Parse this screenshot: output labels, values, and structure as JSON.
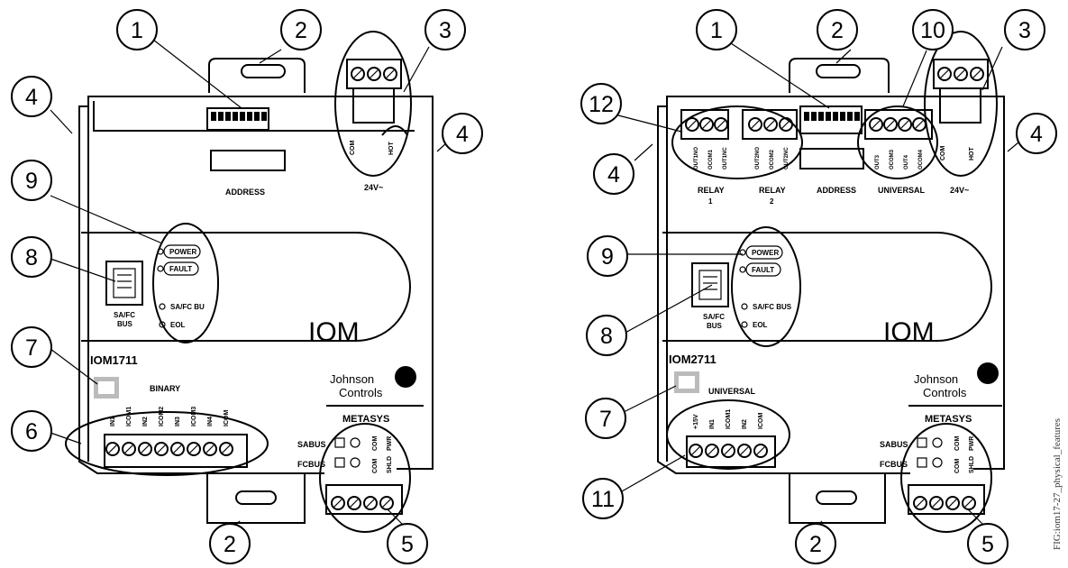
{
  "caption": "FIG:iom17-27_physical_features",
  "left": {
    "model": "IOM1711",
    "brand": "IOM",
    "address_label": "ADDRESS",
    "voltage_label": "24V~",
    "power_terminals": [
      "COM",
      "HOT"
    ],
    "leds": [
      "POWER",
      "FAULT",
      "SA/FC BU",
      "EOL"
    ],
    "port_label_1": "SA/FC",
    "port_label_2": "BUS",
    "io_group_label": "BINARY",
    "io_terminals": [
      "IN1",
      "ICOM1",
      "IN2",
      "ICOM2",
      "IN3",
      "ICOM3",
      "IN4",
      "ICOM"
    ],
    "bus_labels": [
      "SABUS",
      "FCBUS"
    ],
    "bus_terminals_top": [
      "COM",
      "PWR"
    ],
    "bus_terminals_bottom": [
      "COM",
      "SHLD"
    ],
    "logo_line1": "Johnson",
    "logo_line2": "Controls",
    "logo_line3": "METASYS",
    "callouts": [
      "1",
      "2",
      "3",
      "4",
      "4",
      "9",
      "8",
      "7",
      "6",
      "2",
      "5"
    ]
  },
  "right": {
    "model": "IOM2711",
    "brand": "IOM",
    "address_label": "ADDRESS",
    "voltage_label": "24V~",
    "power_terminals": [
      "COM",
      "HOT"
    ],
    "relay1_label_a": "RELAY",
    "relay1_label_b": "1",
    "relay2_label_a": "RELAY",
    "relay2_label_b": "2",
    "relay_terminals": [
      "OUT1NO",
      "OCOM1",
      "OUT1NC",
      "OUT2NO",
      "OCOM2",
      "OUT2NC"
    ],
    "universal_out_label": "UNIVERSAL",
    "universal_out_terminals": [
      "OUT3",
      "OCOM3",
      "OUT4",
      "OCOM4"
    ],
    "leds": [
      "POWER",
      "FAULT",
      "SA/FC BUS",
      "EOL"
    ],
    "port_label_1": "SA/FC",
    "port_label_2": "BUS",
    "io_group_label": "UNIVERSAL",
    "io_terminals": [
      "+15V",
      "IN1",
      "ICOM1",
      "IN2",
      "ICOM"
    ],
    "bus_labels": [
      "SABUS",
      "FCBUS"
    ],
    "bus_terminals_top": [
      "COM",
      "PWR"
    ],
    "bus_terminals_bottom": [
      "COM",
      "SHLD"
    ],
    "logo_line1": "Johnson",
    "logo_line2": "Controls",
    "logo_line3": "METASYS",
    "callouts": [
      "1",
      "2",
      "10",
      "3",
      "12",
      "4",
      "4",
      "9",
      "8",
      "7",
      "11",
      "2",
      "5"
    ]
  }
}
